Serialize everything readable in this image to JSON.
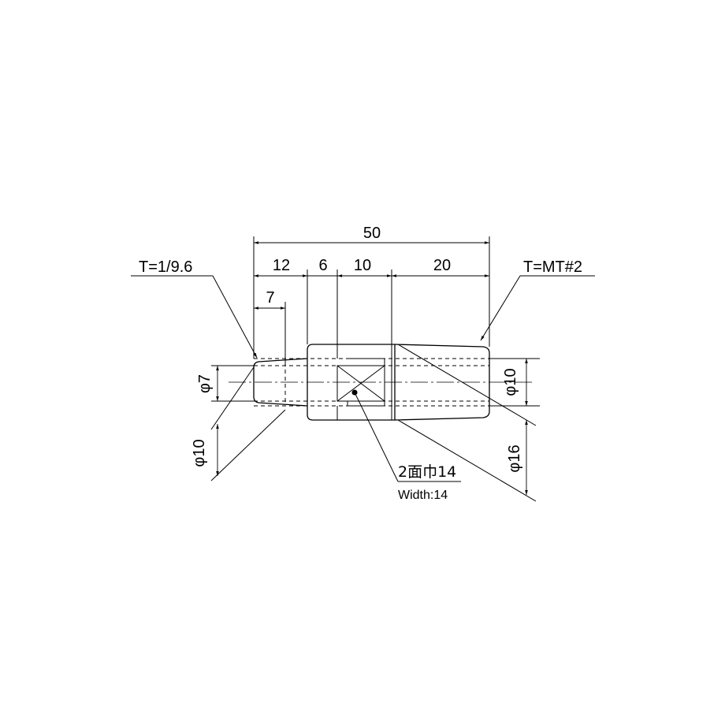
{
  "dimensions": {
    "overall_length": "50",
    "seg_1": "12",
    "seg_2": "6",
    "seg_3": "10",
    "seg_4": "20",
    "taper_len": "7",
    "dia_small_inner": "φ7",
    "dia_small_outer": "φ10",
    "dia_right_inner": "φ10",
    "dia_right_outer": "φ16"
  },
  "notes": {
    "taper_left": "T=1/9.6",
    "taper_right": "T=MT#2",
    "flats_jp": "2面巾14",
    "flats_en": "Width:14"
  }
}
